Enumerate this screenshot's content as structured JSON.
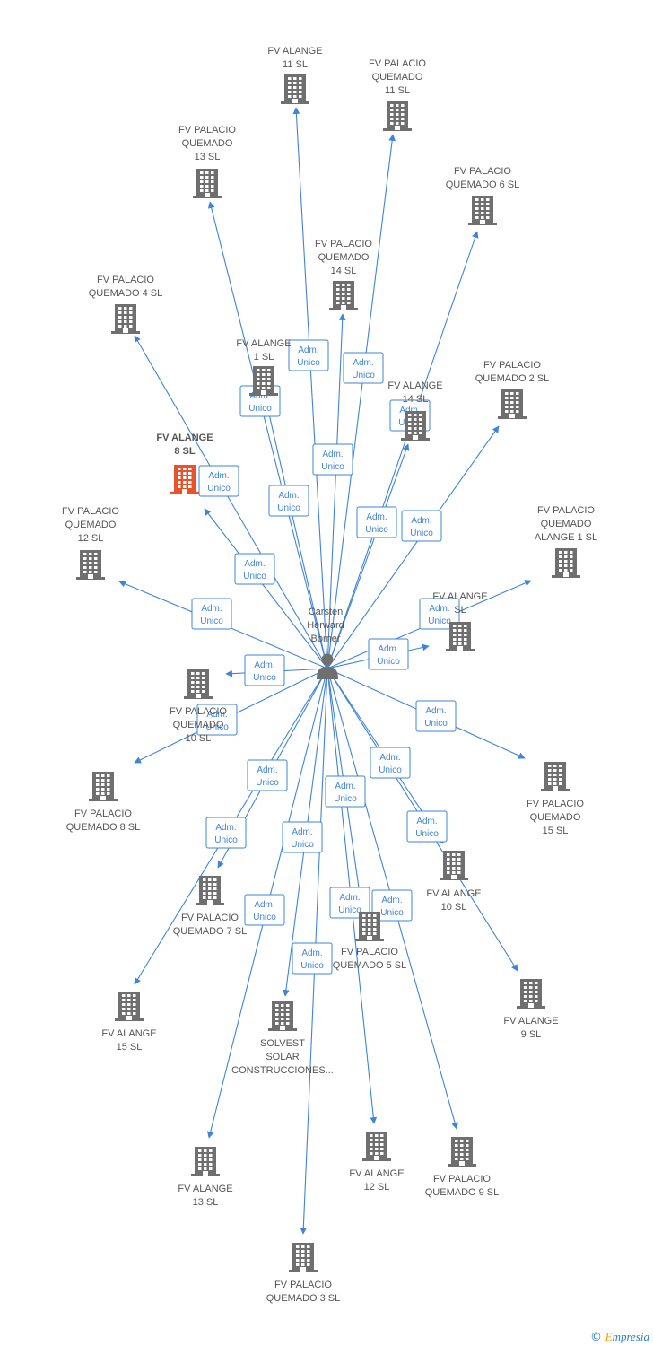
{
  "center": {
    "label_lines": [
      "Carsten",
      "Herward",
      "Borner"
    ]
  },
  "relation_label": [
    "Adm.",
    "Unico"
  ],
  "companies": [
    {
      "id": "fv-alange-11",
      "lines": [
        "FV ALANGE",
        "11 SL"
      ],
      "highlight": false
    },
    {
      "id": "fv-palacio-quemado-11",
      "lines": [
        "FV PALACIO",
        "QUEMADO",
        "11 SL"
      ],
      "highlight": false
    },
    {
      "id": "fv-palacio-quemado-13",
      "lines": [
        "FV PALACIO",
        "QUEMADO",
        "13 SL"
      ],
      "highlight": false
    },
    {
      "id": "fv-palacio-quemado-6",
      "lines": [
        "FV PALACIO",
        "QUEMADO 6 SL"
      ],
      "highlight": false
    },
    {
      "id": "fv-palacio-quemado-14",
      "lines": [
        "FV PALACIO",
        "QUEMADO",
        "14 SL"
      ],
      "highlight": false
    },
    {
      "id": "fv-palacio-quemado-4",
      "lines": [
        "FV PALACIO",
        "QUEMADO 4 SL"
      ],
      "highlight": false
    },
    {
      "id": "fv-alange-1",
      "lines": [
        "FV ALANGE",
        "1 SL"
      ],
      "highlight": false
    },
    {
      "id": "fv-alange-14",
      "lines": [
        "FV ALANGE",
        "14 SL"
      ],
      "highlight": false
    },
    {
      "id": "fv-palacio-quemado-2",
      "lines": [
        "FV PALACIO",
        "QUEMADO 2 SL"
      ],
      "highlight": false
    },
    {
      "id": "fv-alange-8",
      "lines": [
        "FV ALANGE",
        "8 SL"
      ],
      "highlight": true
    },
    {
      "id": "fv-palacio-quemado-12",
      "lines": [
        "FV PALACIO",
        "QUEMADO",
        "12 SL"
      ],
      "highlight": false
    },
    {
      "id": "fv-palacio-quemado-alange-1",
      "lines": [
        "FV PALACIO",
        "QUEMADO",
        "ALANGE 1 SL"
      ],
      "highlight": false
    },
    {
      "id": "fv-alange-unk",
      "lines": [
        "FV ALANGE",
        "SL"
      ],
      "highlight": false
    },
    {
      "id": "fv-palacio-quemado-10",
      "lines": [
        "FV PALACIO",
        "QUEMADO",
        "10 SL"
      ],
      "highlight": false
    },
    {
      "id": "fv-palacio-quemado-8",
      "lines": [
        "FV PALACIO",
        "QUEMADO 8 SL"
      ],
      "highlight": false
    },
    {
      "id": "fv-palacio-quemado-15",
      "lines": [
        "FV PALACIO",
        "QUEMADO",
        "15 SL"
      ],
      "highlight": false
    },
    {
      "id": "fv-alange-10",
      "lines": [
        "FV ALANGE",
        "10 SL"
      ],
      "highlight": false
    },
    {
      "id": "fv-palacio-quemado-7",
      "lines": [
        "FV PALACIO",
        "QUEMADO 7 SL"
      ],
      "highlight": false
    },
    {
      "id": "fv-palacio-quemado-5",
      "lines": [
        "FV PALACIO",
        "QUEMADO 5 SL"
      ],
      "highlight": false
    },
    {
      "id": "fv-alange-15",
      "lines": [
        "FV ALANGE",
        "15 SL"
      ],
      "highlight": false
    },
    {
      "id": "fv-alange-9",
      "lines": [
        "FV ALANGE",
        "9 SL"
      ],
      "highlight": false
    },
    {
      "id": "solvest-solar",
      "lines": [
        "SOLVEST",
        "SOLAR",
        "CONSTRUCCIONES..."
      ],
      "highlight": false
    },
    {
      "id": "fv-alange-13",
      "lines": [
        "FV ALANGE",
        "13 SL"
      ],
      "highlight": false
    },
    {
      "id": "fv-alange-12",
      "lines": [
        "FV ALANGE",
        "12 SL"
      ],
      "highlight": false
    },
    {
      "id": "fv-palacio-quemado-9",
      "lines": [
        "FV PALACIO",
        "QUEMADO 9 SL"
      ],
      "highlight": false
    },
    {
      "id": "fv-palacio-quemado-3",
      "lines": [
        "FV PALACIO",
        "QUEMADO 3 SL"
      ],
      "highlight": false
    }
  ],
  "colors": {
    "edge": "#3f84d6",
    "building": "#6f6f6f",
    "building_highlight": "#e8532b",
    "person": "#6f6f6f"
  },
  "footer": {
    "copyright_symbol": "©",
    "brand_first": "E",
    "brand_rest": "mpresia"
  }
}
